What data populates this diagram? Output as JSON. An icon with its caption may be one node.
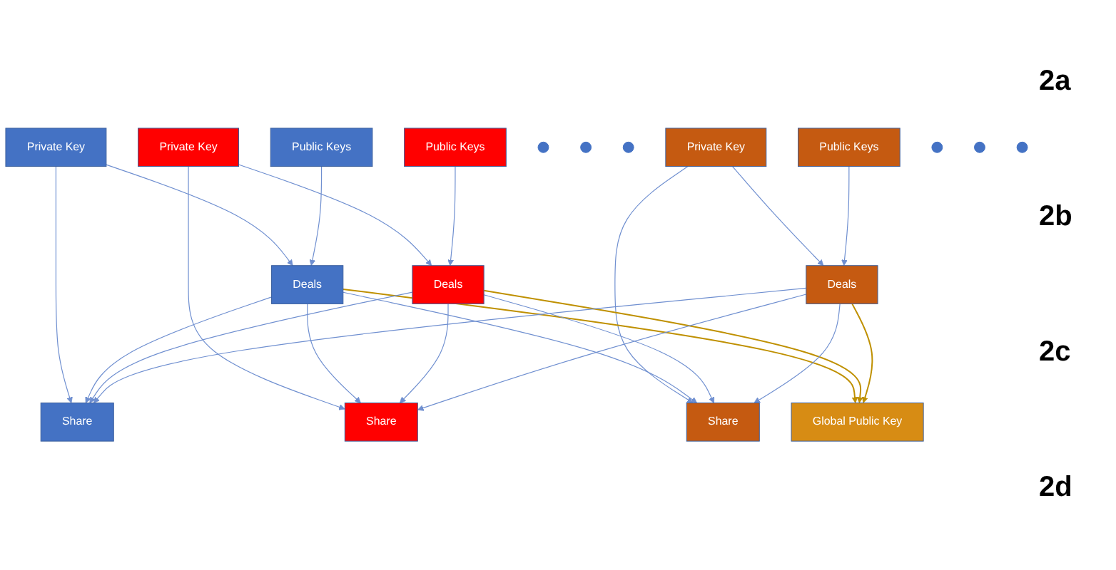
{
  "diagram": {
    "nodes": [
      {
        "text": [
          "Private Key"
        ]
      },
      {
        "text": [
          "Public Keys"
        ]
      },
      {
        "text": [
          "Private Key"
        ]
      },
      {
        "text": [
          "Public Keys"
        ]
      },
      {
        "text": [],
        "shape": "circle"
      },
      {
        "text": [],
        "shape": "circle"
      },
      {
        "text": [],
        "shape": "circle"
      },
      {
        "text": [
          "Private Key"
        ]
      },
      {
        "text": [
          "Public Keys"
        ]
      },
      {
        "text": [
          "Deals"
        ]
      },
      {
        "text": [
          "Deals"
        ]
      },
      {
        "text": [],
        "shape": "circle"
      },
      {
        "text": [],
        "shape": "circle"
      },
      {
        "text": [],
        "shape": "circle"
      },
      {
        "text": [
          "Deals"
        ]
      },
      {
        "text": [
          "Share"
        ]
      },
      {
        "text": [
          "Share"
        ]
      },
      {
        "text": [
          "Global Public Key"
        ]
      },
      {
        "text": [
          "Share"
        ]
      }
    ],
    "edges": [
      {
        "from": 0,
        "to": 9,
        "arrow": "to"
      },
      {
        "from": 1,
        "to": 9,
        "arrow": "to"
      },
      {
        "from": 0,
        "to": 15,
        "arrow": "to"
      },
      {
        "from": 2,
        "to": 10,
        "arrow": "to"
      },
      {
        "from": 3,
        "to": 10,
        "arrow": "to"
      },
      {
        "from": 2,
        "to": 16,
        "arrow": "to"
      },
      {
        "from": 7,
        "to": 14,
        "arrow": "to"
      },
      {
        "from": 8,
        "to": 14,
        "arrow": "to"
      },
      {
        "from": 7,
        "to": 18,
        "arrow": "to"
      },
      {
        "from": 9,
        "to": 15,
        "arrow": "to"
      },
      {
        "from": 9,
        "to": 16,
        "arrow": "to"
      },
      {
        "from": 9,
        "to": 18,
        "arrow": "to"
      },
      {
        "from": 9,
        "to": 17,
        "arrow": "to",
        "color": "#bf9000"
      },
      {
        "from": 10,
        "to": 15,
        "arrow": "to"
      },
      {
        "from": 10,
        "to": 16,
        "arrow": "to"
      },
      {
        "from": 10,
        "to": 18,
        "arrow": "to"
      },
      {
        "from": 10,
        "to": 17,
        "arrow": "to",
        "color": "#bf9000"
      },
      {
        "from": 14,
        "to": 15,
        "arrow": "to"
      },
      {
        "from": 14,
        "to": 16,
        "arrow": "to"
      },
      {
        "from": 14,
        "to": 18,
        "arrow": "to"
      },
      {
        "from": 14,
        "to": 17,
        "arrow": "to",
        "color": "#bf9000"
      }
    ],
    "labels": [
      "2a",
      "2b",
      "2c",
      "2d"
    ]
  }
}
